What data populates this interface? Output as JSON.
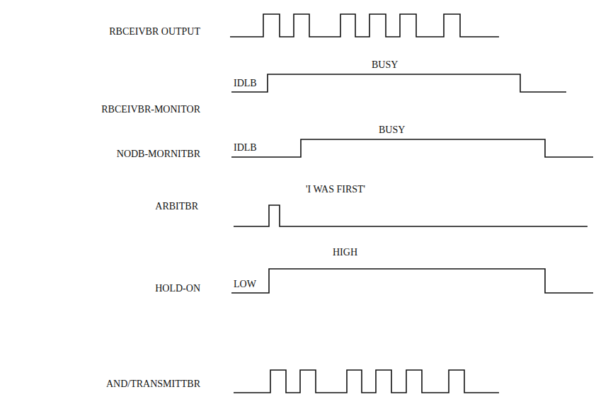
{
  "diagram": {
    "labels": [
      "RBCEIVBR OUTPUT",
      "BUSY",
      "IDLB",
      "RBCEIVBR-MONITOR",
      "BUSY",
      "IDLB",
      "NODB-MORNITBR",
      "'I WAS FIRST'",
      "ARBITBR",
      "HIGH",
      "LOW",
      "HOLD-ON",
      "AND/TRANSMITTBR"
    ]
  }
}
